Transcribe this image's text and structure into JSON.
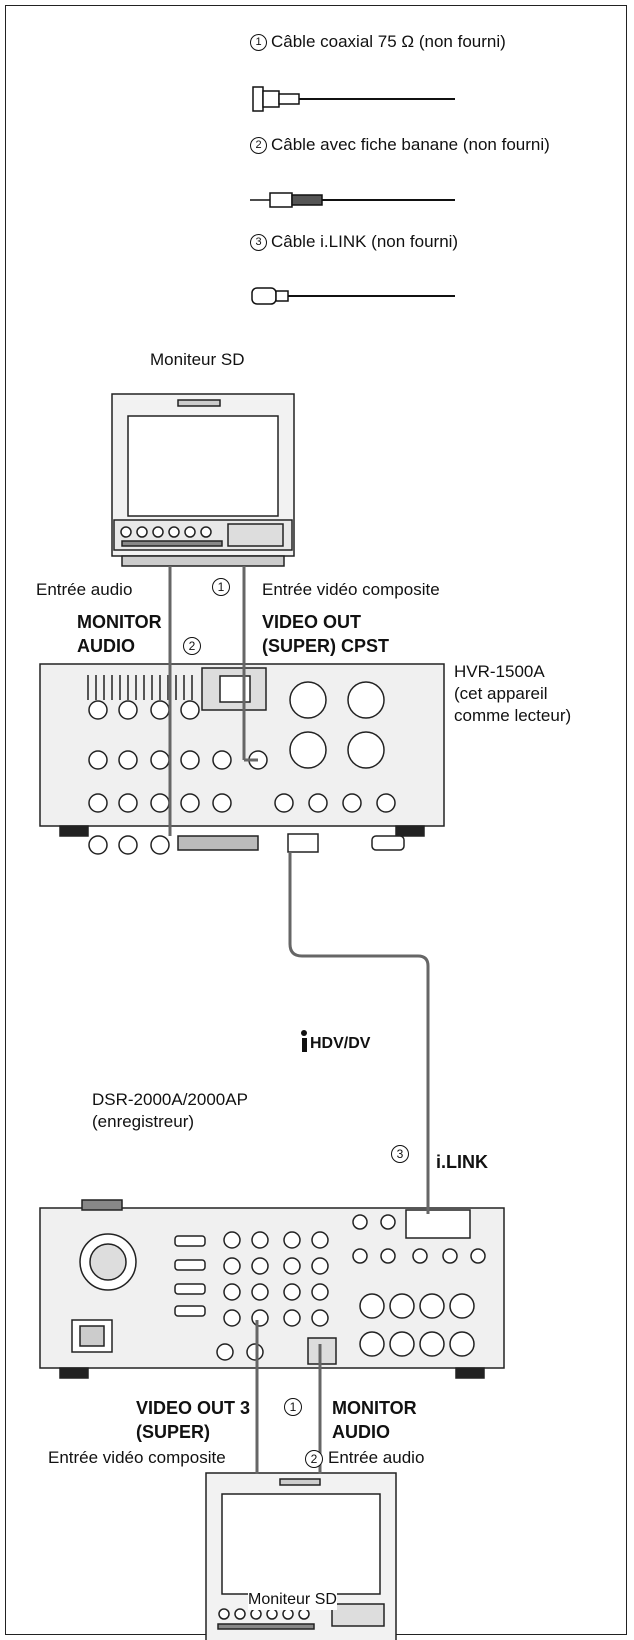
{
  "legend": {
    "cable1": {
      "num": "1",
      "label": "Câble coaxial 75 Ω (non fourni)"
    },
    "cable2": {
      "num": "2",
      "label": "Câble avec fiche banane (non fourni)"
    },
    "cable3": {
      "num": "3",
      "label": "Câble i.LINK (non fourni)"
    }
  },
  "top_monitor": {
    "title": "Moniteur SD",
    "audio_in": "Entrée audio",
    "video_in": "Entrée vidéo composite"
  },
  "player": {
    "monitor_audio_line1": "MONITOR",
    "monitor_audio_line2": "AUDIO",
    "video_out_line1": "VIDEO OUT",
    "video_out_line2": "(SUPER) CPST",
    "model": "HVR-1500A",
    "role_line1": "(cet appareil",
    "role_line2": "comme lecteur)",
    "hdv_label": "HDV/DV"
  },
  "recorder": {
    "model": "DSR-2000A/2000AP",
    "role": "(enregistreur)",
    "ilink": "i.LINK",
    "video_out_line1": "VIDEO OUT 3",
    "video_out_line2": "(SUPER)",
    "monitor_audio_line1": "MONITOR",
    "monitor_audio_line2": "AUDIO"
  },
  "bottom_monitor": {
    "title": "Moniteur SD",
    "video_in": "Entrée vidéo composite",
    "audio_in": "Entrée audio"
  },
  "circle_numbers": {
    "c1": "1",
    "c2": "2",
    "c3": "3"
  }
}
